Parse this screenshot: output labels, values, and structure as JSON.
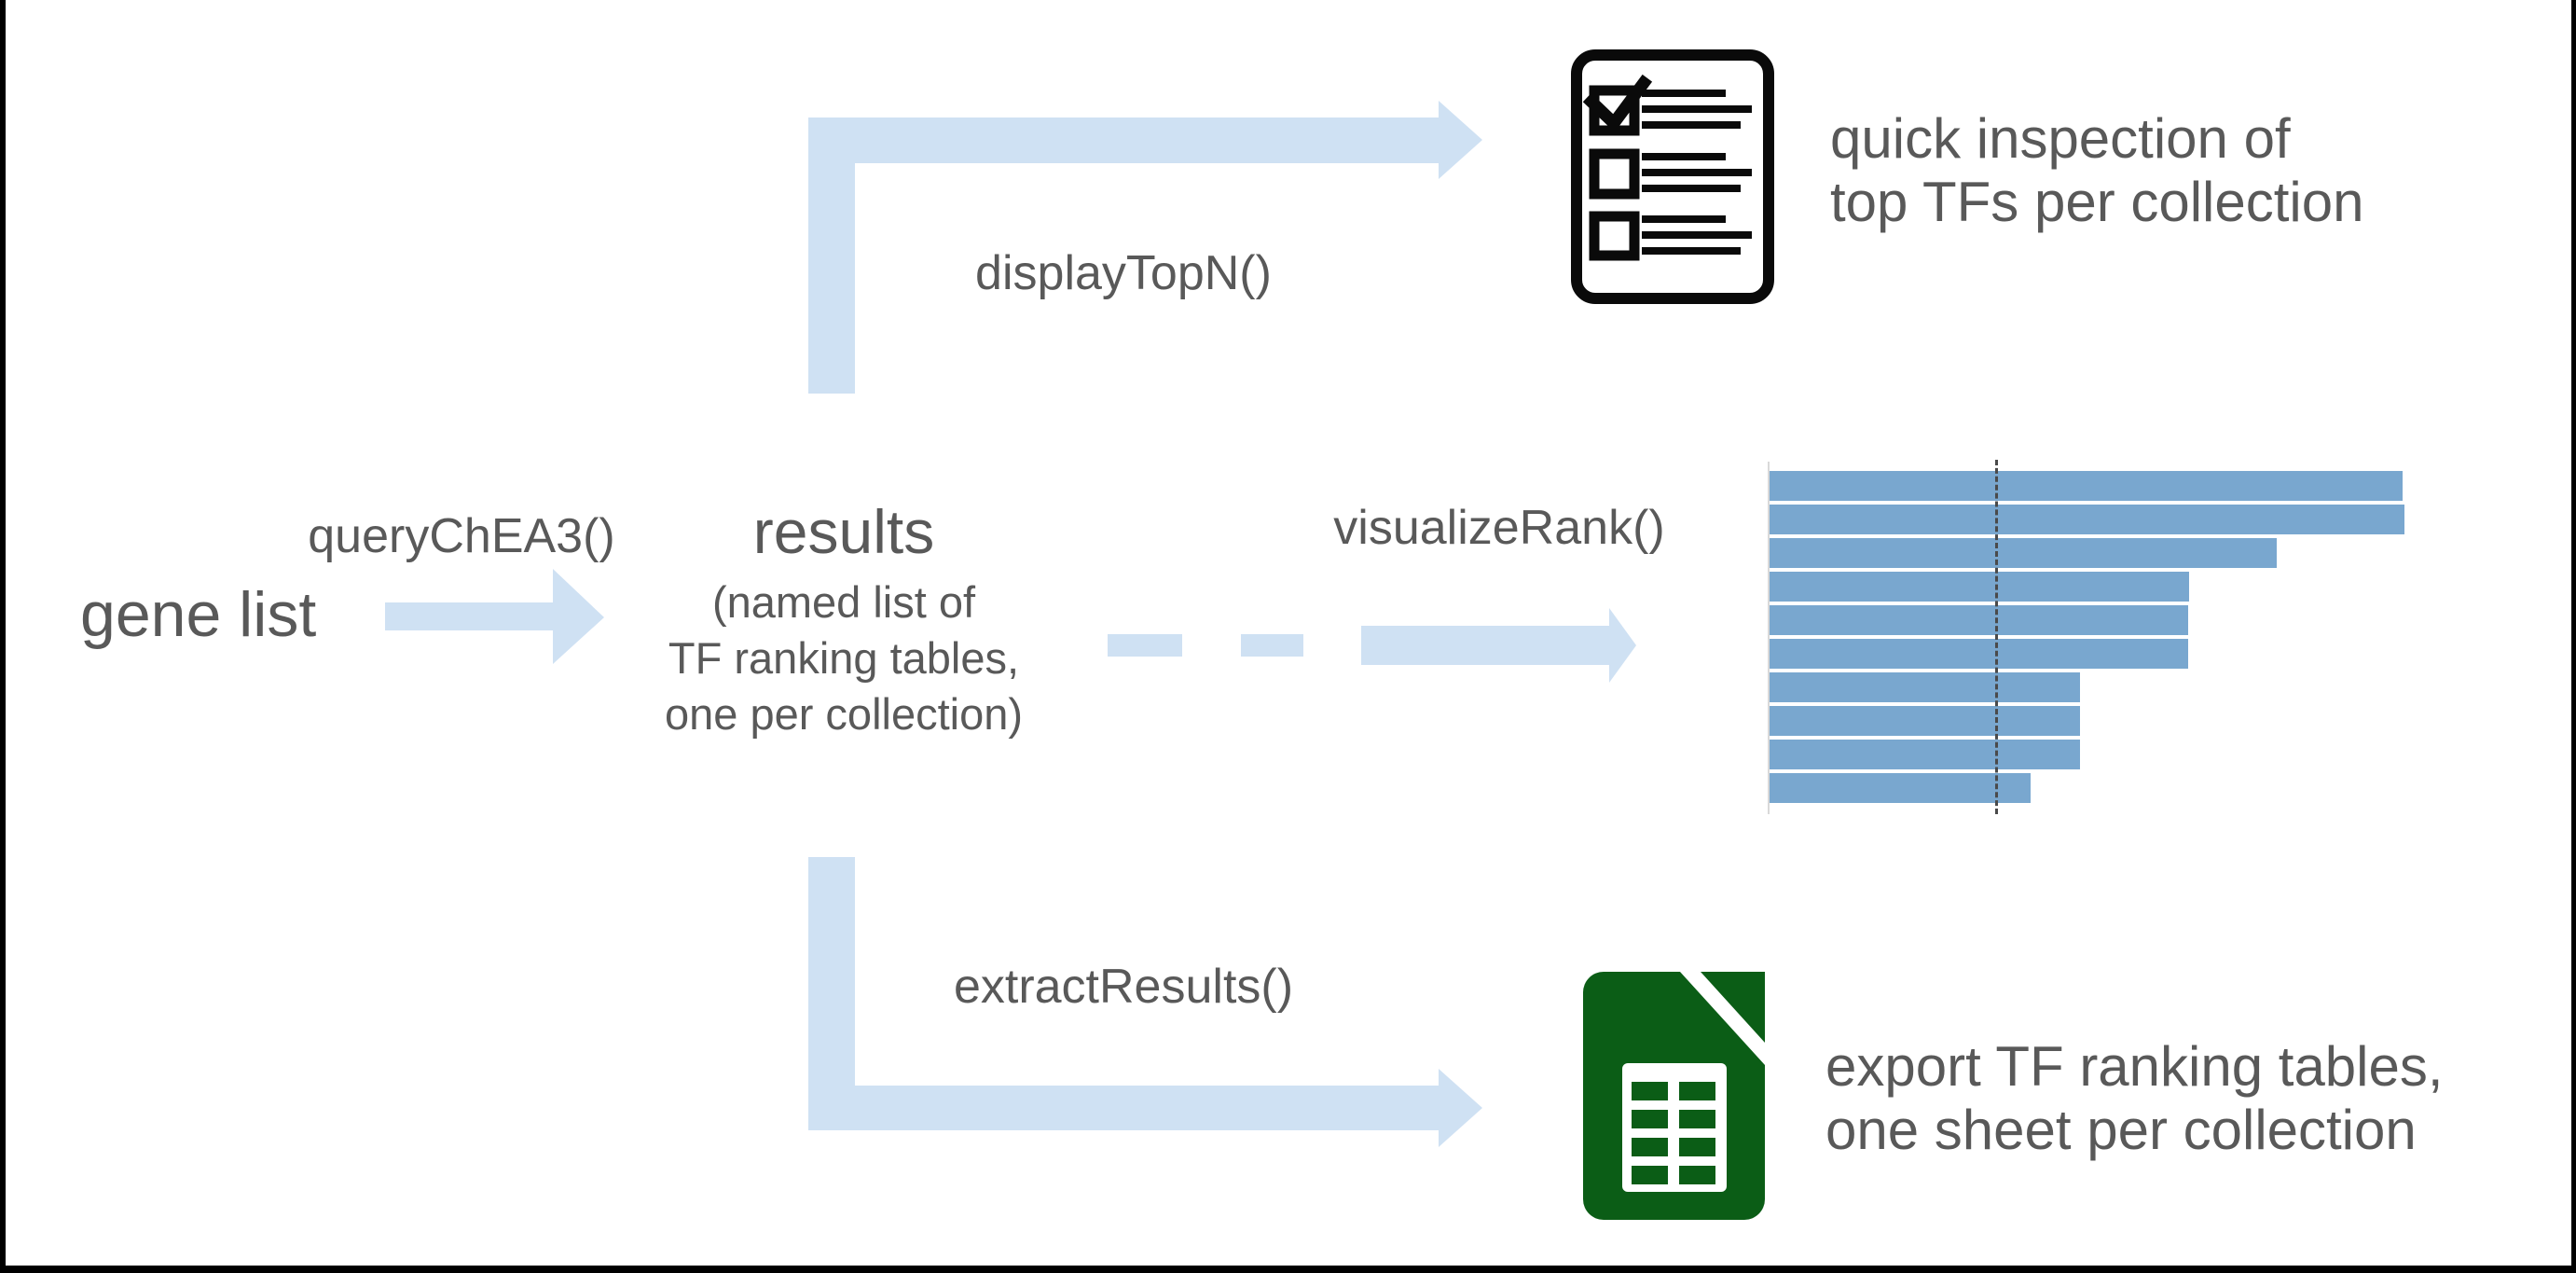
{
  "diagram": {
    "nodes": {
      "gene_list": "gene list",
      "results_title": "results",
      "results_sub_lines": [
        "(named list of",
        "TF ranking tables,",
        "one per collection)"
      ]
    },
    "functions": {
      "query": "queryChEA3()",
      "display_top_n": "displayTopN()",
      "visualize_rank": "visualizeRank()",
      "extract_results": "extractResults()"
    },
    "captions": {
      "inspection_line1": "quick inspection of",
      "inspection_line2": "top TFs per collection",
      "export_line1": "export TF ranking tables,",
      "export_line2": "one sheet per collection"
    },
    "icons": {
      "checklist": "checklist-document-icon",
      "spreadsheet": "green-spreadsheet-icon"
    },
    "colors": {
      "arrow_blue": "#cfe1f3",
      "bar_blue": "#79a7cf",
      "text_gray": "#595959",
      "sheet_green": "#0b5d16",
      "icon_black": "#0a0a0a",
      "reference_dash": "#4a4a4a"
    }
  },
  "chart_data": {
    "type": "bar",
    "orientation": "horizontal",
    "title": "",
    "xlabel": "",
    "ylabel": "",
    "categories": [
      "",
      "",
      "",
      "",
      "",
      "",
      "",
      "",
      "",
      ""
    ],
    "values": [
      99.7,
      100,
      79.9,
      66.1,
      65.9,
      65.9,
      48.9,
      48.9,
      48.9,
      41.1
    ],
    "xlim": [
      0,
      100
    ],
    "grid": false,
    "legend": false,
    "bar_color": "#79a7cf",
    "reference_line_pct": 35.5
  }
}
